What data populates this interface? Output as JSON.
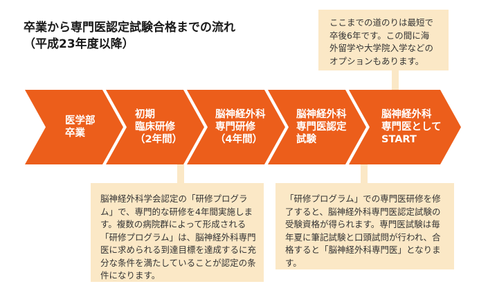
{
  "title": {
    "line1": "卒業から専門医認定試験合格までの流れ",
    "line2": "（平成23年度以降）"
  },
  "colors": {
    "arrow": "#ec5e1b",
    "note_bg": "#fbe8c6",
    "arrow_text": "#ffffff"
  },
  "steps": [
    {
      "lines": [
        "医学部",
        "卒業"
      ]
    },
    {
      "lines": [
        "初期",
        "臨床研修",
        "（2年間）"
      ]
    },
    {
      "lines": [
        "脳神経外科",
        "専門研修",
        "（4年間）"
      ]
    },
    {
      "lines": [
        "脳神経外科",
        "専門医認定",
        "試験"
      ]
    },
    {
      "lines": [
        "脳神経外科",
        "専門医として",
        "START"
      ]
    }
  ],
  "notes": {
    "top": {
      "lines": [
        "ここまでの道のりは最短で",
        "卒後6年です。この間に海",
        "外留学や大学院入学などの",
        "オプションもあります。"
      ]
    },
    "left": {
      "text": "脳神経外科学会認定の「研修プログラム」で、専門的な研修を4年間実施します。複数の病院群によって形成される「研修プログラム」は、脳神経外科専門医に求められる到達目標を達成するに充分な条件を満たしていることが認定の条件になります。"
    },
    "right": {
      "text": "「研修プログラム」での専門医研修を修了すると、脳神経外科専門医認定試験の受験資格が得られます。専門医試験は毎年夏に筆記試験と口頭試問が行われ、合格すると「脳神経外科専門医」となります。"
    }
  }
}
